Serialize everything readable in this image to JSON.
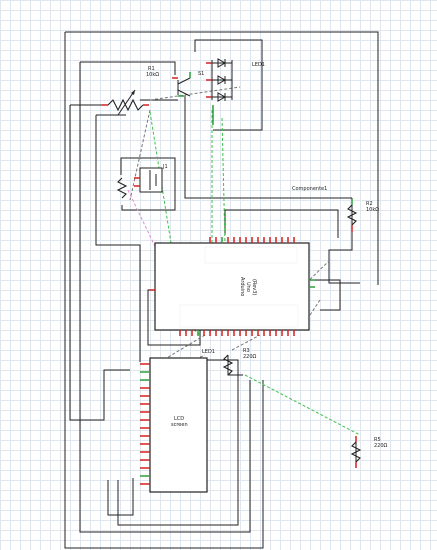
{
  "components": {
    "r1": {
      "name": "R1",
      "value": "10kΩ"
    },
    "s1": {
      "name": "S1"
    },
    "led1_top": {
      "name": "LED1"
    },
    "j1": {
      "name": "J1"
    },
    "group": {
      "name": "Componente1"
    },
    "r2": {
      "name": "R2",
      "value": "10kΩ"
    },
    "arduino": {
      "title_line1": "Arduino",
      "title_line2": "Uno",
      "title_line3": "(Rev3)"
    },
    "led1_bottom": {
      "name": "LED1"
    },
    "r3": {
      "name": "R3",
      "value": "220Ω"
    },
    "lcd": {
      "title_line1": "LCD",
      "title_line2": "screen"
    },
    "r5": {
      "name": "R5",
      "value": "220Ω"
    }
  },
  "colors": {
    "wire": "#222222",
    "ratsnest_green": "#3cc24a",
    "ratsnest_grey": "#777777",
    "ratsnest_pink": "#e58ad0",
    "pin_red": "#d42020",
    "pin_green": "#2f9e3a",
    "grid": "#dfe6ee"
  }
}
